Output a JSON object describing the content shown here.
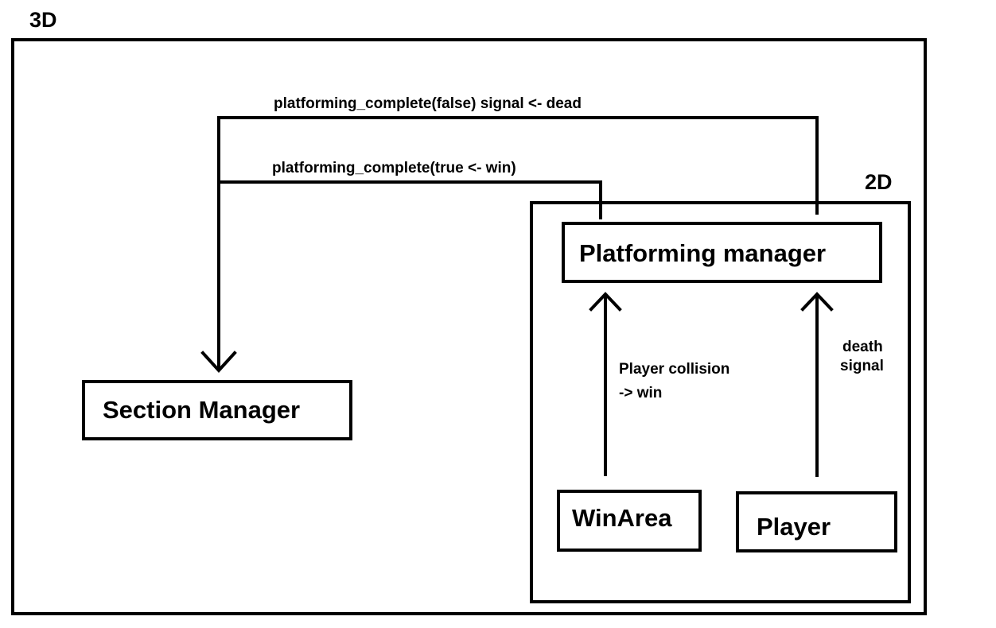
{
  "regions": {
    "outer_label": "3D",
    "inner_label": "2D"
  },
  "nodes": {
    "section_manager": "Section Manager",
    "platforming_manager": "Platforming manager",
    "win_area": "WinArea",
    "player": "Player"
  },
  "edges": {
    "dead_signal": "platforming_complete(false) signal <- dead",
    "win_signal": "platforming_complete(true <- win)",
    "collision_line1": "Player collision",
    "collision_line2": "-> win",
    "death_line1": "death",
    "death_line2": "signal"
  },
  "colors": {
    "stroke": "#000000",
    "background": "#ffffff"
  }
}
